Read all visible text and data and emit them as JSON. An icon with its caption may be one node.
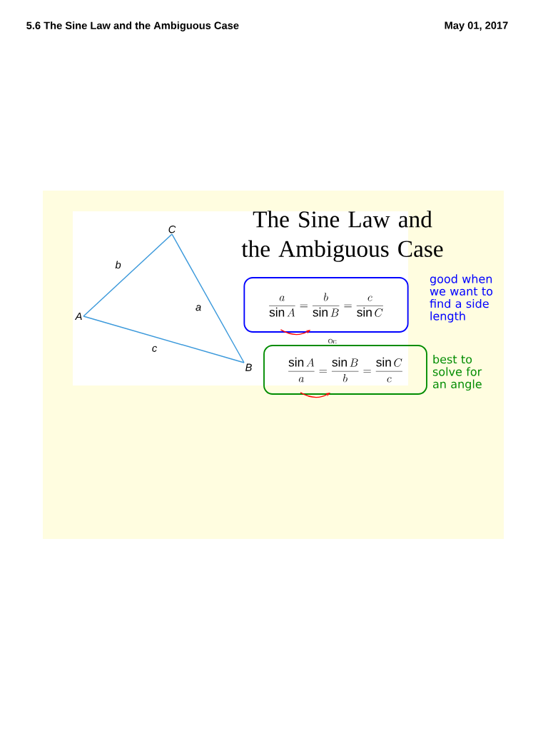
{
  "diagram": {
    "title": "The Sine Law and the Ambiguous Case",
    "nodes": [
      {
        "text": [
          "C"
        ]
      },
      {
        "text": [
          "A"
        ]
      },
      {
        "text": [
          "B"
        ]
      },
      {
        "text": [
          "\\frac{a}{\\sin A}=\\frac{b}{\\sin B}=\\frac{c}{\\sin C}"
        ],
        "beside": [
          "good when we want to find a side length"
        ]
      },
      {
        "text": [
          "\\frac{\\sin A}{a}=\\frac{\\sin B}{b}=\\frac{\\sin C}{c}"
        ],
        "beside": [
          "best to solve for an angle"
        ]
      }
    ],
    "edges": [
      {
        "from": 0,
        "to": 1,
        "arrow": "none",
        "label": "b"
      },
      {
        "from": 0,
        "to": 2,
        "arrow": "none",
        "label": "a"
      },
      {
        "from": 1,
        "to": 2,
        "arrow": "none",
        "label": "c"
      }
    ],
    "labels": [
      "5.6 The Sine Law and the Ambiguous Case",
      "May 01, 2017",
      "Or:"
    ]
  }
}
